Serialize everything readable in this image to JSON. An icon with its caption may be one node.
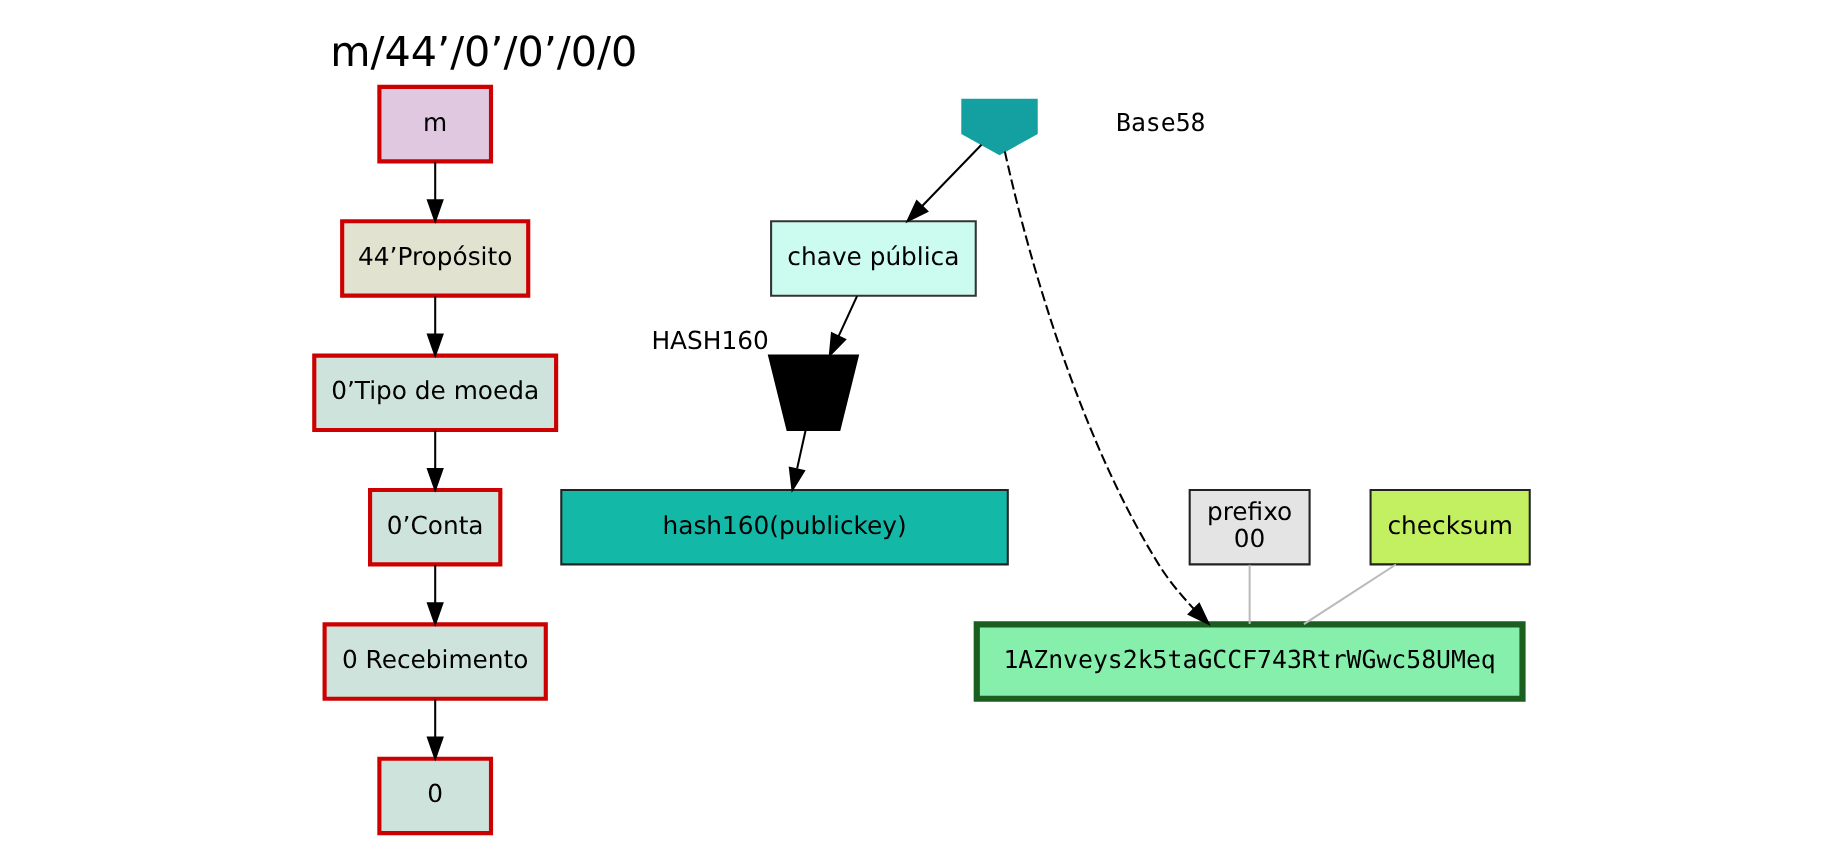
{
  "diagram": {
    "title": "m/44’/0’/0’/0/0",
    "nodes": [
      {
        "text": [
          "m"
        ]
      },
      {
        "text": [
          "44’Propósito"
        ]
      },
      {
        "text": [
          "0’Tipo de moeda"
        ]
      },
      {
        "text": [
          "0’Conta"
        ]
      },
      {
        "text": [
          "0 Recebimento"
        ]
      },
      {
        "text": [
          "0"
        ]
      },
      {
        "text": [],
        "shape": "key"
      },
      {
        "text": [
          "chave pública"
        ]
      },
      {
        "text": [],
        "shape": "funnel",
        "beside": [
          "HASH160"
        ]
      },
      {
        "text": [
          "hash160(publickey)"
        ]
      },
      {
        "text": [
          "prefixo",
          "00"
        ]
      },
      {
        "text": [
          "checksum"
        ]
      },
      {
        "text": [
          "1AZnveys2k5taGCCF743RtrWGwc58UMeq"
        ]
      }
    ],
    "edges": [
      {
        "from": 0,
        "to": 1,
        "arrow": "to"
      },
      {
        "from": 1,
        "to": 2,
        "arrow": "to"
      },
      {
        "from": 2,
        "to": 3,
        "arrow": "to"
      },
      {
        "from": 3,
        "to": 4,
        "arrow": "to"
      },
      {
        "from": 4,
        "to": 5,
        "arrow": "to"
      },
      {
        "from": 6,
        "to": 7,
        "arrow": "to"
      },
      {
        "from": 7,
        "to": 8,
        "arrow": "to"
      },
      {
        "from": 8,
        "to": 9,
        "arrow": "to"
      },
      {
        "from": 6,
        "to": 12,
        "arrow": "to",
        "style": "dashed"
      },
      {
        "from": 10,
        "to": 12,
        "arrow": "none",
        "color": "#bbbbbb"
      },
      {
        "from": 11,
        "to": 12,
        "arrow": "none",
        "color": "#bbbbbb"
      }
    ],
    "labels": [
      "Base58"
    ]
  }
}
